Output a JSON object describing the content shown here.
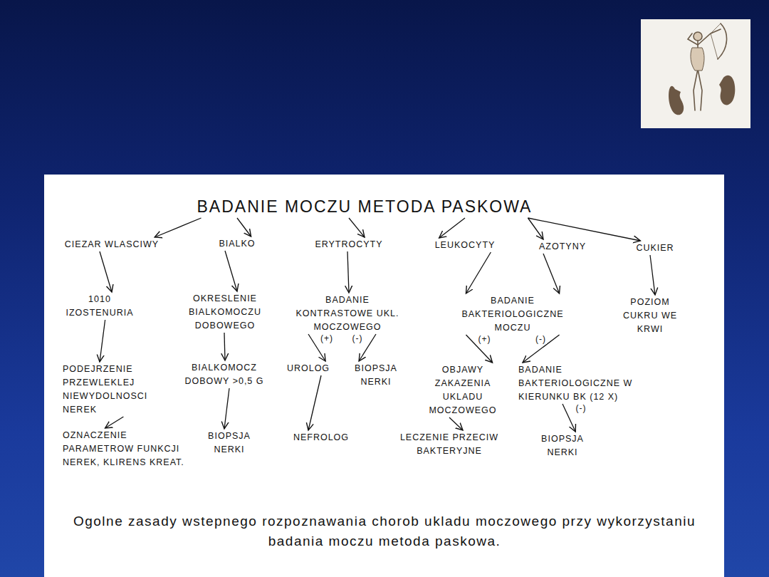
{
  "diagram": {
    "caption": "Ogolne zasady wstepnego rozpoznawania chorob ukladu moczowego przy wykorzystaniu badania moczu metoda paskowa.",
    "nodes": [
      {
        "text": [
          "BADANIE MOCZU METODA PASKOWA"
        ]
      },
      {
        "text": [
          "CIEZAR WLASCIWY"
        ]
      },
      {
        "text": [
          "BIALKO"
        ]
      },
      {
        "text": [
          "ERYTROCYTY"
        ]
      },
      {
        "text": [
          "LEUKOCYTY"
        ]
      },
      {
        "text": [
          "AZOTYNY"
        ]
      },
      {
        "text": [
          "CUKIER"
        ]
      },
      {
        "text": [
          "1010 IZOSTENURIA"
        ]
      },
      {
        "text": [
          "OKRESLENIE BIALKOMOCZU DOBOWEGO"
        ]
      },
      {
        "text": [
          "BADANIE KONTRASTOWE UKL. MOCZOWEGO"
        ]
      },
      {
        "text": [
          "BADANIE BAKTERIOLOGICZNE MOCZU"
        ]
      },
      {
        "text": [
          "POZIOM CUKRU WE KRWI"
        ]
      },
      {
        "text": [
          "PODEJRZENIE PRZEWLEKLEJ NIEWYDOLNOSCI NEREK"
        ]
      },
      {
        "text": [
          "BIALKOMOCZ DOBOWY >0,5 G"
        ]
      },
      {
        "text": [
          "UROLOG"
        ]
      },
      {
        "text": [
          "BIOPSJA NERKI"
        ]
      },
      {
        "text": [
          "OBJAWY ZAKAZENIA UKLADU MOCZOWEGO"
        ]
      },
      {
        "text": [
          "BADANIE BAKTERIOLOGICZNE W KIERUNKU BK (12 X)"
        ]
      },
      {
        "text": [
          "OZNACZENIE PARAMETROW FUNKCJI NEREK, KLIRENS KREAT."
        ]
      },
      {
        "text": [
          "BIOPSJA NERKI"
        ]
      },
      {
        "text": [
          "NEFROLOG"
        ]
      },
      {
        "text": [
          "LECZENIE PRZECIW BAKTERYJNE"
        ]
      },
      {
        "text": [
          "BIOPSJA NERKI"
        ]
      }
    ],
    "edges": [
      {
        "from": 0,
        "to": 1,
        "arrow": "to"
      },
      {
        "from": 0,
        "to": 2,
        "arrow": "to"
      },
      {
        "from": 0,
        "to": 3,
        "arrow": "to"
      },
      {
        "from": 0,
        "to": 4,
        "arrow": "to"
      },
      {
        "from": 0,
        "to": 5,
        "arrow": "to"
      },
      {
        "from": 0,
        "to": 6,
        "arrow": "to"
      },
      {
        "from": 1,
        "to": 7,
        "arrow": "to"
      },
      {
        "from": 2,
        "to": 8,
        "arrow": "to"
      },
      {
        "from": 3,
        "to": 9,
        "arrow": "to"
      },
      {
        "from": 4,
        "to": 10,
        "arrow": "to"
      },
      {
        "from": 5,
        "to": 10,
        "arrow": "to"
      },
      {
        "from": 6,
        "to": 11,
        "arrow": "to"
      },
      {
        "from": 7,
        "to": 12,
        "arrow": "to"
      },
      {
        "from": 8,
        "to": 13,
        "arrow": "to"
      },
      {
        "from": 9,
        "to": 14,
        "label": "(+)",
        "arrow": "to"
      },
      {
        "from": 9,
        "to": 15,
        "label": "(-)",
        "arrow": "to"
      },
      {
        "from": 10,
        "to": 16,
        "label": "(+)",
        "arrow": "to"
      },
      {
        "from": 10,
        "to": 17,
        "label": "(-)",
        "arrow": "to"
      },
      {
        "from": 12,
        "to": 18,
        "arrow": "to"
      },
      {
        "from": 13,
        "to": 19,
        "arrow": "to"
      },
      {
        "from": 14,
        "to": 20,
        "arrow": "to"
      },
      {
        "from": 16,
        "to": 21,
        "arrow": "to"
      },
      {
        "from": 17,
        "to": 22,
        "label": "(-)",
        "arrow": "to"
      }
    ]
  }
}
